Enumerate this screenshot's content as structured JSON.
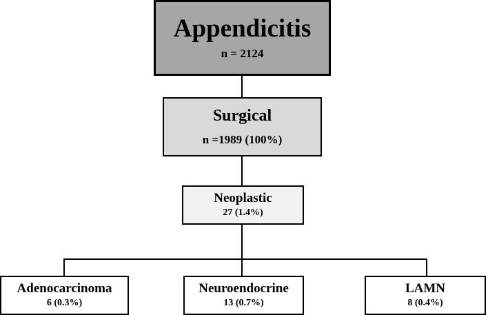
{
  "diagram": {
    "root": {
      "title": "Appendicitis",
      "count": "n = 2124"
    },
    "surgical": {
      "title": "Surgical",
      "count": "n =1989 (100%)"
    },
    "neoplastic": {
      "title": "Neoplastic",
      "count": "27 (1.4%)"
    },
    "leaves": [
      {
        "title": "Adenocarcinoma",
        "count": "6 (0.3%)"
      },
      {
        "title": "Neuroendocrine",
        "count": "13 (0.7%)"
      },
      {
        "title": "LAMN",
        "count": "8 (0.4%)"
      }
    ]
  },
  "colors": {
    "root_fill": "#a6a6a6",
    "surgical_fill": "#d9d9d9",
    "neoplastic_fill": "#f2f2f2",
    "leaf_fill": "#ffffff",
    "border": "#000000"
  }
}
